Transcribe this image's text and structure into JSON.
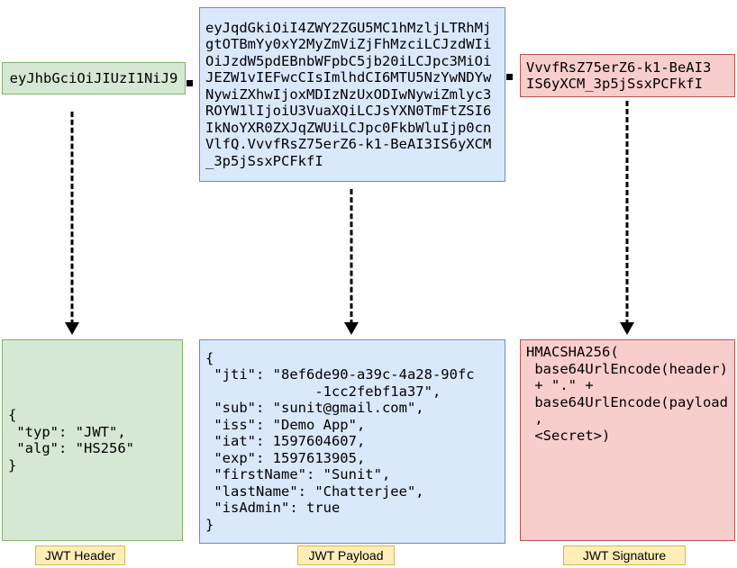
{
  "diagram": {
    "title_semantic": "JWT structure diagram",
    "encoded": {
      "header": {
        "text": "eyJhbGciOiJIUzI1NiJ9"
      },
      "payload": {
        "lines": [
          "eyJqdGkiOiI4ZWY2ZGU5MC1hMzljLTRhMj",
          "gtOTBmYy0xY2MyZmViZjFhMzciLCJzdWIi",
          "OiJzdW5pdEBnbWFpbC5jb20iLCJpc3MiOi",
          "JEZW1vIEFwcCIsImlhdCI6MTU5NzYwNDYw",
          "NywiZXhwIjoxMDIzNzUxODIwNywiZmlyc3",
          "ROYW1lIjoiU3VuaXQiLCJsYXN0TmFtZSI6",
          "IkNoYXR0ZXJqZWUiLCJpc0FkbWluIjp0cn",
          "VlfQ.VvvfRsZ75erZ6-k1-BeAI3IS6yXCM",
          "_3p5jSsxPCFkfI"
        ]
      },
      "signature": {
        "lines": [
          "VvvfRsZ75erZ6-k1-BeAI3",
          "IS6yXCM_3p5jSsxPCFkfI"
        ]
      }
    },
    "decoded": {
      "header": {
        "lines": [
          "{",
          " \"typ\": \"JWT\",",
          " \"alg\": \"HS256\"",
          "}"
        ]
      },
      "payload": {
        "lines": [
          "{",
          " \"jti\": \"8ef6de90-a39c-4a28-90fc",
          "             -1cc2febf1a37\",",
          " \"sub\": \"sunit@gmail.com\",",
          " \"iss\": \"Demo App\",",
          " \"iat\": 1597604607,",
          " \"exp\": 1597613905,",
          " \"firstName\": \"Sunit\",",
          " \"lastName\": \"Chatterjee\",",
          " \"isAdmin\": true",
          "}"
        ]
      },
      "signature": {
        "lines": [
          "HMACSHA256(",
          " base64UrlEncode(header)",
          " + \".\" +",
          " base64UrlEncode(payload",
          " ,",
          " <Secret>)"
        ]
      }
    },
    "labels": {
      "header": "JWT Header",
      "payload": "JWT Payload",
      "signature": "JWT Signature"
    },
    "icons": {
      "separator": "dot-separator"
    },
    "colors": {
      "header_fill": "#d5e8d4",
      "header_border": "#82b366",
      "payload_fill": "#dae8fc",
      "payload_border": "#6c8ebf",
      "signature_fill": "#f8cecc",
      "signature_border": "#b85450",
      "label_fill": "#ffeeba",
      "label_border": "#d6b656",
      "arrow": "#000000"
    }
  }
}
